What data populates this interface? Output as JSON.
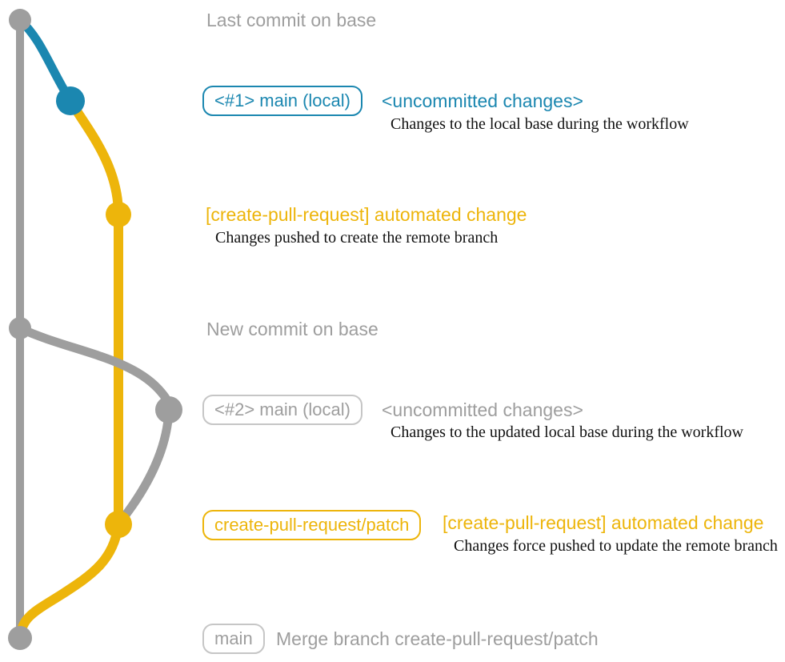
{
  "colors": {
    "gray": "#9e9e9e",
    "grayBorder": "#c6c6c6",
    "blue": "#1b87b0",
    "yellow": "#edb50b",
    "ink": "#111111",
    "bg": "#ffffff"
  },
  "rows": {
    "r1": {
      "label": "Last commit on base"
    },
    "r2": {
      "badge": "<#1> main (local)",
      "message": "<uncommitted changes>",
      "note": "Changes to the local base during the workflow"
    },
    "r3": {
      "message": "[create-pull-request] automated change",
      "note": "Changes pushed to create the remote branch"
    },
    "r4": {
      "label": "New commit on base"
    },
    "r5": {
      "badge": "<#2> main (local)",
      "message": "<uncommitted changes>",
      "note": "Changes to the updated local base during the workflow"
    },
    "r6": {
      "badge": "create-pull-request/patch",
      "message": "[create-pull-request] automated change",
      "note": "Changes force pushed to update the remote branch"
    },
    "r7": {
      "badge": "main",
      "message": "Merge branch create-pull-request/patch"
    }
  }
}
